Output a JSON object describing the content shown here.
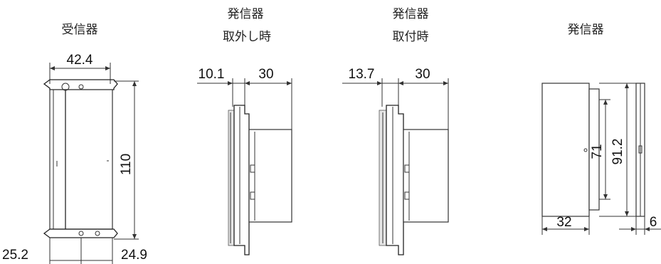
{
  "views": [
    {
      "id": "receiver",
      "caption_lines": [
        "受信器"
      ],
      "dims": {
        "width": "42.4",
        "height": "110",
        "bottom_left": "25.2",
        "bottom_right": "24.9"
      }
    },
    {
      "id": "transmitter-removed",
      "caption_lines": [
        "発信器",
        "取外し時"
      ],
      "dims": {
        "front": "10.1",
        "depth": "30"
      }
    },
    {
      "id": "transmitter-mounted",
      "caption_lines": [
        "発信器",
        "取付時"
      ],
      "dims": {
        "front": "13.7",
        "depth": "30"
      }
    },
    {
      "id": "transmitter",
      "caption_lines": [
        "発信器"
      ],
      "dims": {
        "inner_height": "71",
        "outer_height": "91.2",
        "width": "32",
        "thickness": "6"
      }
    }
  ]
}
